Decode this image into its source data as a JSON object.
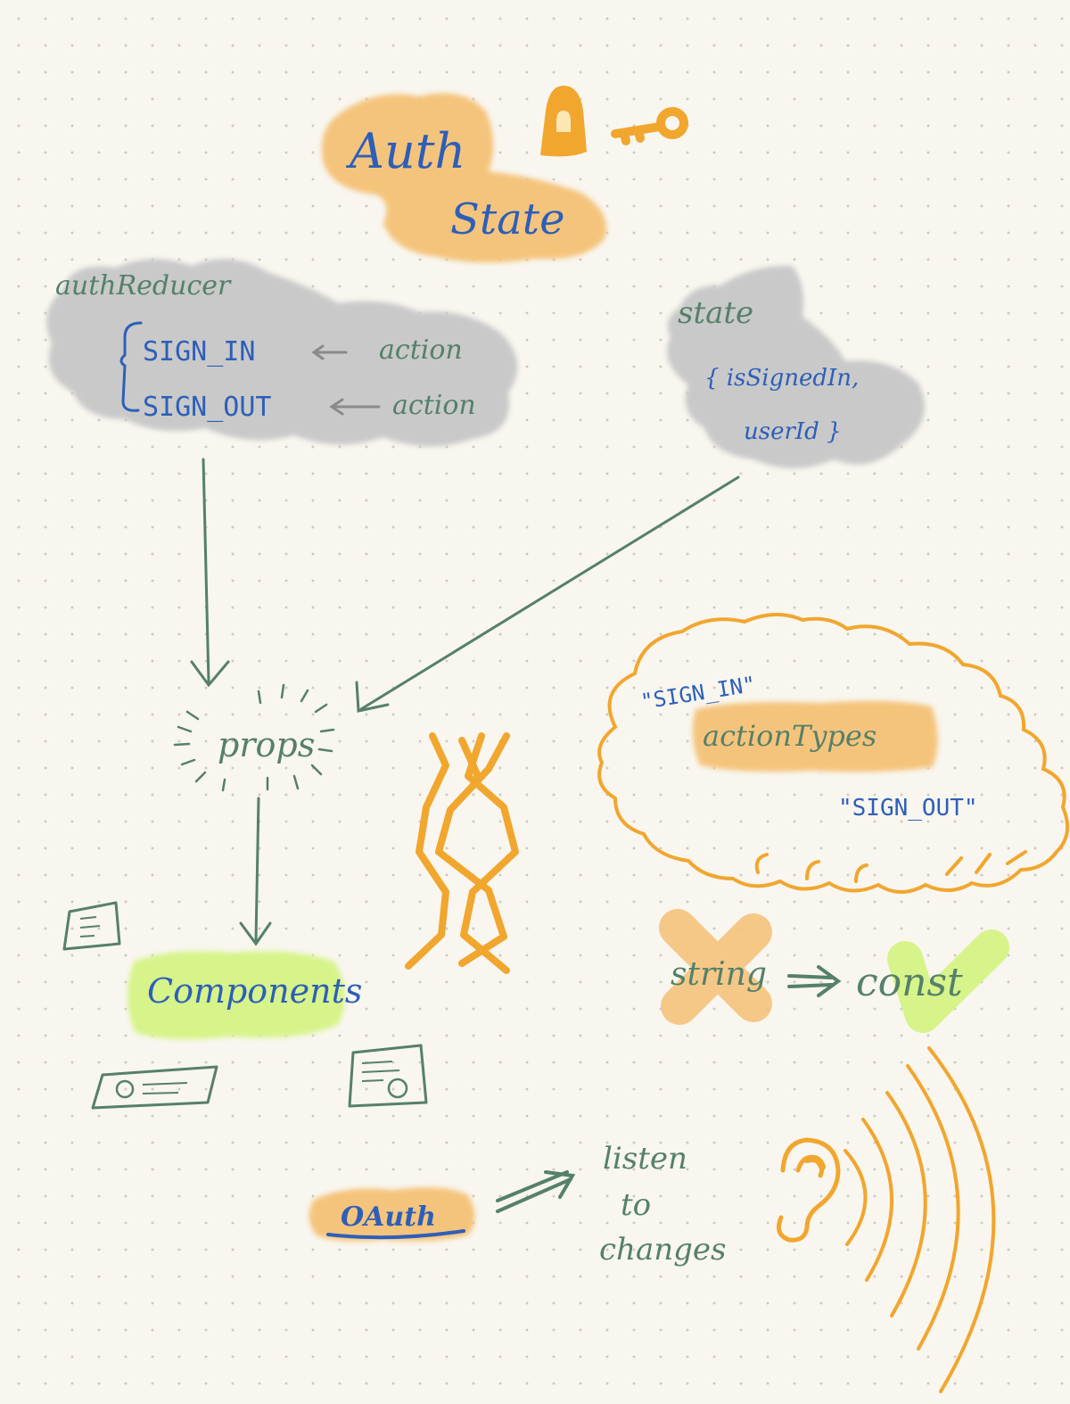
{
  "colors": {
    "background": "#f8f6ef",
    "grid_dot": "#cfcabe",
    "orange_fill": "#f5c47c",
    "orange_stroke": "#f1a62e",
    "gray_fill": "#c9c9c9",
    "green_fill": "#d7f48a",
    "blue_text": "#2d5fb8",
    "green_text": "#55806a"
  },
  "icons": [
    "lock-icon",
    "key-icon",
    "braid-icon",
    "document-icon",
    "id-card-icon",
    "id-card-photo-icon",
    "ear-icon",
    "sound-waves-icon",
    "cross-mark-icon",
    "check-mark-icon"
  ],
  "title": {
    "line1": "Auth",
    "line2": "State"
  },
  "reducer": {
    "name": "authReducer",
    "case1": "SIGN_IN",
    "case2": "SIGN_OUT",
    "action1": "action",
    "action2": "action"
  },
  "state": {
    "label": "state",
    "line1": "{ isSignedIn,",
    "line2": "userId }"
  },
  "props_label": "props",
  "components_label": "Components",
  "action_types": {
    "sign_in": "\"SIGN_IN\"",
    "label": "actionTypes",
    "sign_out": "\"SIGN_OUT\""
  },
  "string_label": "string",
  "const_label": "const",
  "oauth_label": "OAuth",
  "listen": {
    "line1": "listen",
    "line2": "to",
    "line3": "changes"
  }
}
